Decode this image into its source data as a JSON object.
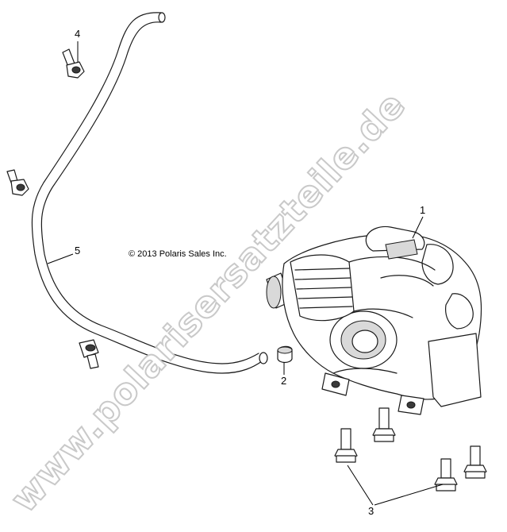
{
  "copyright": "© 2013 Polaris Sales Inc.",
  "watermark": "www.polarisersatzteile.de",
  "callouts": [
    {
      "id": "1",
      "label": "1"
    },
    {
      "id": "2",
      "label": "2"
    },
    {
      "id": "3",
      "label": "3"
    },
    {
      "id": "4",
      "label": "4"
    },
    {
      "id": "5",
      "label": "5"
    }
  ],
  "colors": {
    "line": "#1a1a1a",
    "shade": "#d9d9d9",
    "watermark_outline": "#c9c9c9",
    "background": "#ffffff"
  },
  "icons": {
    "gearcase": "gearcase-icon",
    "vent_hose": "vent-hose-icon",
    "bolt": "bolt-icon",
    "clip": "hose-clip-icon",
    "fitting": "vent-fitting-icon"
  }
}
